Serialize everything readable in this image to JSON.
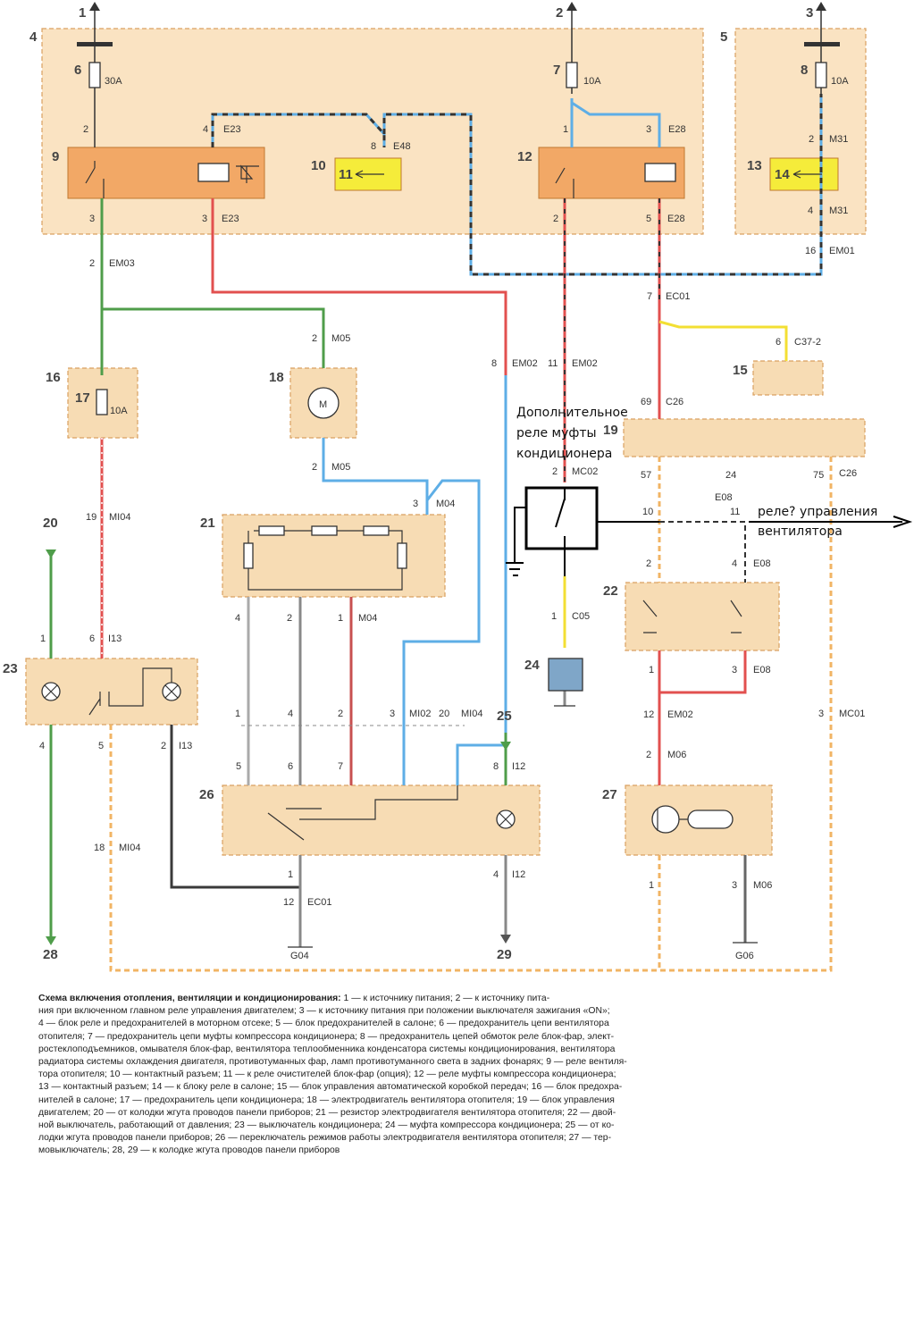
{
  "diagram": {
    "component_numbers": [
      "1",
      "2",
      "3",
      "4",
      "5",
      "6",
      "7",
      "8",
      "9",
      "10",
      "11",
      "12",
      "13",
      "14",
      "15",
      "16",
      "17",
      "18",
      "19",
      "20",
      "21",
      "22",
      "23",
      "24",
      "25",
      "26",
      "27",
      "28",
      "29"
    ],
    "fuse_ratings": {
      "f6": "30A",
      "f7": "10A",
      "f8": "10A",
      "f17": "10A"
    },
    "wire_labels": [
      "2",
      "4",
      "E23",
      "8",
      "E48",
      "1",
      "3",
      "E28",
      "2",
      "M31",
      "3",
      "3",
      "E23",
      "2",
      "5",
      "E28",
      "4",
      "M31",
      "16",
      "EM01",
      "2",
      "EM03",
      "7",
      "EC01",
      "2",
      "M05",
      "6",
      "C37-2",
      "8",
      "EM02",
      "11",
      "EM02",
      "69",
      "C26",
      "2",
      "M05",
      "2",
      "MC02",
      "57",
      "24",
      "75",
      "C26",
      "3",
      "M04",
      "10",
      "11",
      "E08",
      "19",
      "MI04",
      "2",
      "4",
      "E08",
      "4",
      "2",
      "1",
      "M04",
      "1",
      "C05",
      "1",
      "6",
      "I13",
      "1",
      "3",
      "E08",
      "1",
      "4",
      "2",
      "3",
      "MI02",
      "20",
      "MI04",
      "12",
      "EM02",
      "3",
      "MC01",
      "4",
      "5",
      "2",
      "I13",
      "2",
      "M06",
      "5",
      "6",
      "7",
      "8",
      "I12",
      "18",
      "MI04",
      "1",
      "4",
      "I12",
      "1",
      "3",
      "M06",
      "12",
      "EC01",
      "G04",
      "G06"
    ],
    "motor_symbol": "M",
    "annotations": {
      "clutch_relay": [
        "Дополнительное",
        "реле муфты",
        "кондиционера"
      ],
      "fan_relay": [
        "реле? управления",
        "вентилятора"
      ]
    },
    "colors": {
      "box": "#f7dcb4",
      "relay": "#f2a866",
      "connector": "#f5ec3a",
      "green": "#4f9d4a",
      "red": "#e2504f",
      "blue": "#5eaee6",
      "dark": "#3a3a3a",
      "yellow": "#f3df33",
      "orange": "#f1b464",
      "grey": "#a0a0a0"
    }
  },
  "caption": {
    "title": "Схема включения отопления, вентиляции и кондиционирования:",
    "lines": [
      " 1 — к источнику питания; 2 — к источнику пита-",
      "ния при включенном главном реле управления двигателем; 3 — к источнику питания при положении выключателя зажигания «ON»;",
      "4 — блок реле и предохранителей в моторном отсеке; 5 — блок предохранителей в салоне; 6 — предохранитель цепи вентилятора",
      "отопителя; 7 — предохранитель цепи муфты компрессора кондиционера; 8 — предохранитель цепей обмоток реле блок-фар, элект-",
      "ростеклоподъемников, омывателя блок-фар, вентилятора теплообменника конденсатора системы кондиционирования, вентилятора",
      "радиатора системы охлаждения двигателя, противотуманных фар, ламп противотуманного света в задних фонарях; 9 — реле вентиля-",
      "тора отопителя; 10 — контактный разъем; 11 — к реле очистителей блок-фар (опция); 12 — реле муфты компрессора кондиционера;",
      "13 — контактный разъем; 14 — к блоку реле в салоне; 15 — блок управления автоматической коробкой передач; 16 — блок предохра-",
      "нителей в салоне; 17 — предохранитель цепи кондиционера; 18 — электродвигатель вентилятора отопителя; 19 — блок управления",
      "двигателем; 20 — от колодки жгута проводов панели приборов; 21 — резистор электродвигателя вентилятора отопителя; 22 — двой-",
      "ной выключатель, работающий от давления; 23 — выключатель кондиционера; 24 — муфта компрессора кондиционера; 25 — от ко-",
      "лодки жгута проводов панели приборов; 26 — переключатель режимов работы электродвигателя вентилятора отопителя; 27 — тер-",
      "мовыключатель; 28, 29 — к колодке жгута проводов панели приборов"
    ]
  }
}
